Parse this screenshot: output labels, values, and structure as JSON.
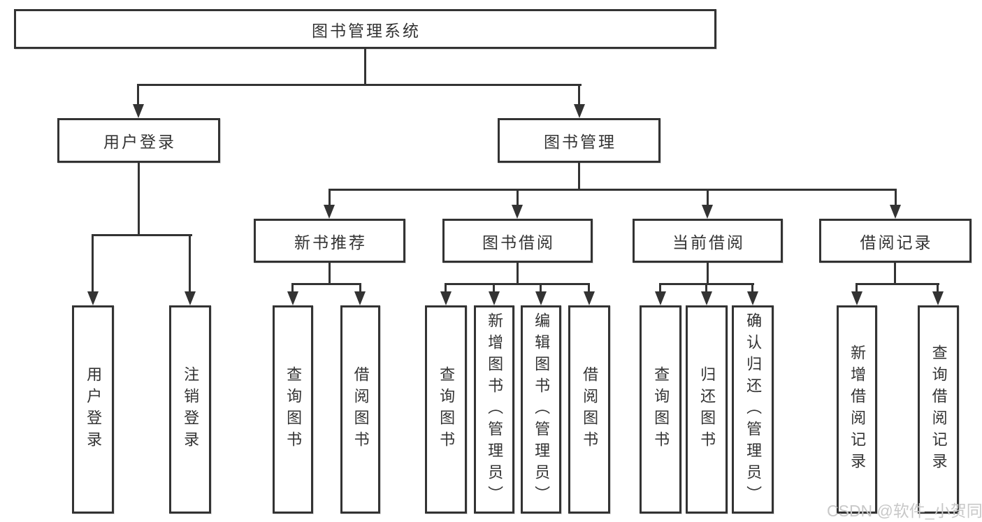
{
  "diagram": {
    "type": "hierarchy-tree",
    "orientation": "top-down"
  },
  "colors": {
    "line": "#333333",
    "text": "#333333",
    "background": "#ffffff",
    "watermark": "#c8c8c8"
  },
  "tree": {
    "root": {
      "label": "图书管理系统"
    },
    "branches": [
      {
        "label": "用户登录",
        "children": [
          {
            "label": "用户登录"
          },
          {
            "label": "注销登录"
          }
        ]
      },
      {
        "label": "图书管理",
        "children": [
          {
            "label": "新书推荐",
            "children": [
              {
                "label": "查询图书"
              },
              {
                "label": "借阅图书"
              }
            ]
          },
          {
            "label": "图书借阅",
            "children": [
              {
                "label": "查询图书"
              },
              {
                "label": "新增图书（管理员）"
              },
              {
                "label": "编辑图书（管理员）"
              },
              {
                "label": "借阅图书"
              }
            ]
          },
          {
            "label": "当前借阅",
            "children": [
              {
                "label": "查询图书"
              },
              {
                "label": "归还图书"
              },
              {
                "label": "确认归还（管理员）"
              }
            ]
          },
          {
            "label": "借阅记录",
            "children": [
              {
                "label": "新增借阅记录"
              },
              {
                "label": "查询借阅记录"
              }
            ]
          }
        ]
      }
    ]
  },
  "watermark": {
    "text": "CSDN @软件_小贺同学"
  }
}
